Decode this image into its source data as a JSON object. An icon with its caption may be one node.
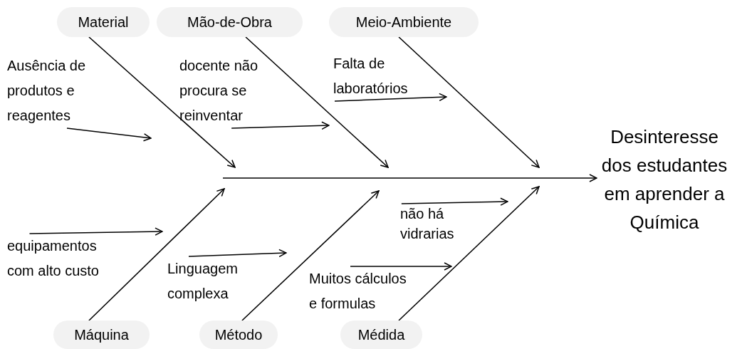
{
  "diagram": {
    "nodes": [
      {
        "text": [
          "Material"
        ]
      },
      {
        "text": [
          "Mão-de-Obra"
        ]
      },
      {
        "text": [
          "Meio-Ambiente"
        ]
      },
      {
        "text": [
          "Máquina"
        ]
      },
      {
        "text": [
          "Método"
        ]
      },
      {
        "text": [
          "Médida"
        ]
      },
      {
        "text": [
          "Desinteresse dos estudantes em aprender a Química"
        ]
      },
      {
        "text": [
          "Ausência de produtos e reagentes"
        ]
      },
      {
        "text": [
          "docente não procura se reinventar"
        ]
      },
      {
        "text": [
          "Falta de laboratórios"
        ]
      },
      {
        "text": [
          "equipamentos com alto custo"
        ]
      },
      {
        "text": [
          "Linguagem complexa"
        ]
      },
      {
        "text": [
          "Muitos cálculos e formulas"
        ]
      },
      {
        "text": [
          "não há vidrarias"
        ]
      }
    ],
    "edges": [
      {
        "from": null,
        "to": 6,
        "arrow": "to"
      },
      {
        "from": 0,
        "to": null,
        "arrow": "to"
      },
      {
        "from": 1,
        "to": null,
        "arrow": "to"
      },
      {
        "from": 2,
        "to": null,
        "arrow": "to"
      },
      {
        "from": 3,
        "to": null,
        "arrow": "to"
      },
      {
        "from": 4,
        "to": null,
        "arrow": "to"
      },
      {
        "from": 5,
        "to": null,
        "arrow": "to"
      },
      {
        "from": 7,
        "to": null,
        "arrow": "to"
      },
      {
        "from": 8,
        "to": null,
        "arrow": "to"
      },
      {
        "from": 9,
        "to": null,
        "arrow": "to"
      },
      {
        "from": 10,
        "to": null,
        "arrow": "to"
      },
      {
        "from": 11,
        "to": null,
        "arrow": "to"
      },
      {
        "from": 12,
        "to": null,
        "arrow": "to"
      },
      {
        "from": 13,
        "to": null,
        "arrow": "to"
      }
    ]
  }
}
